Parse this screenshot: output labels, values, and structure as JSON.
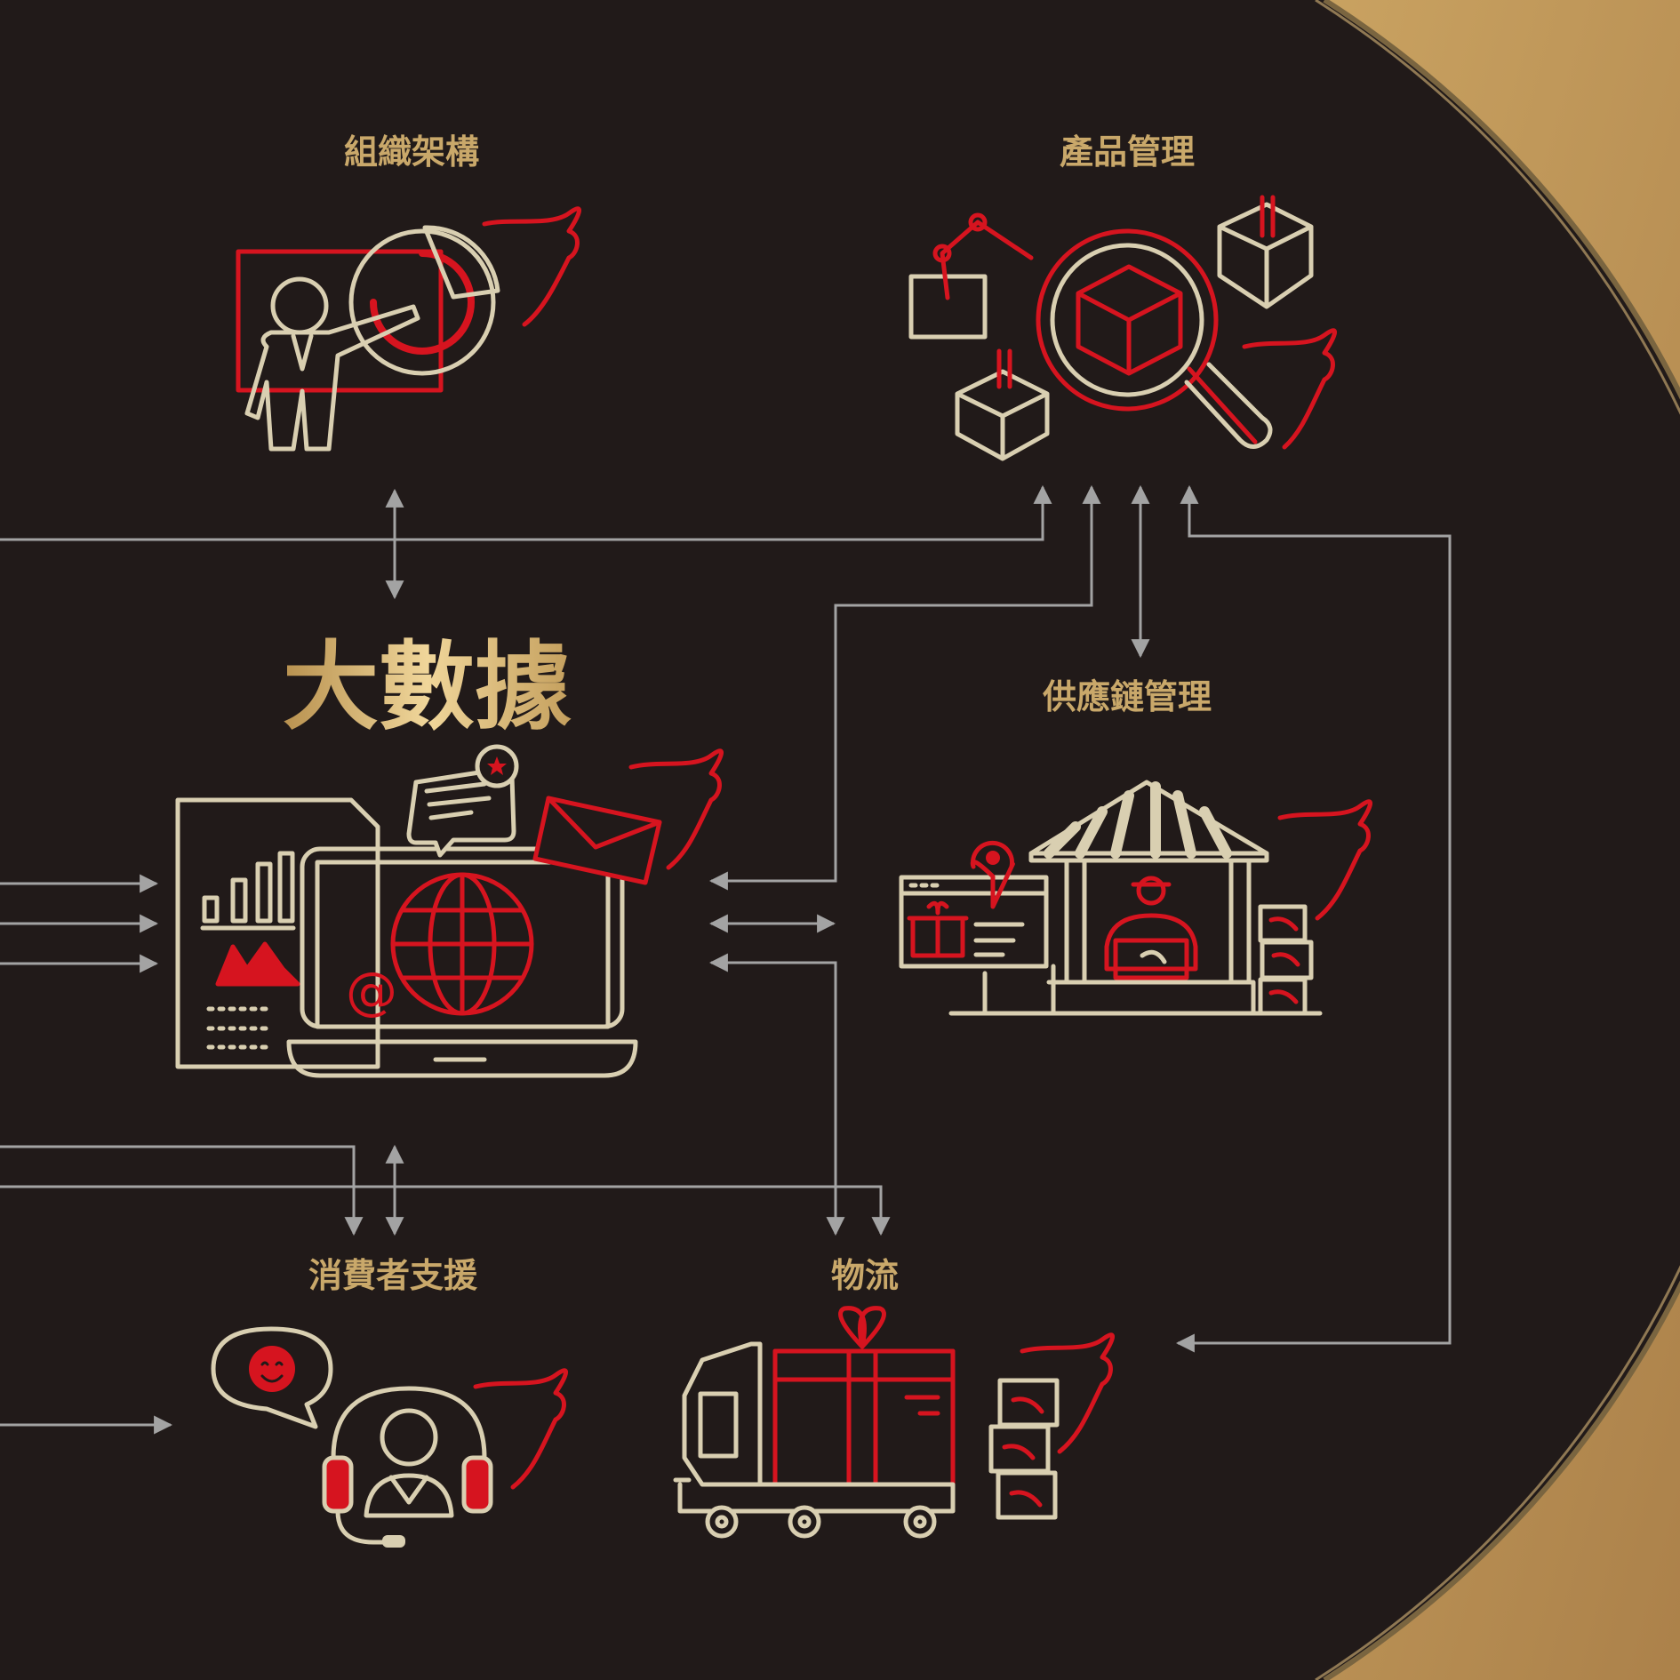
{
  "title": "大數據",
  "nodes": {
    "org": {
      "label": "組織架構",
      "icon": "presentation-pie-chart-icon"
    },
    "product": {
      "label": "產品管理",
      "icon": "magnifier-box-robot-arm-icon"
    },
    "supply": {
      "label": "供應鏈管理",
      "icon": "warehouse-worker-icon"
    },
    "support": {
      "label": "消費者支援",
      "icon": "headset-agent-chat-icon"
    },
    "logistics": {
      "label": "物流",
      "icon": "delivery-truck-gift-icon"
    },
    "hub": {
      "icon": "laptop-globe-report-icon"
    }
  },
  "colors": {
    "background": "#211a19",
    "gold": "#c9a86a",
    "cream": "#d9cfb1",
    "red": "#d6141f",
    "connector": "#a3a3a3",
    "rim": "#b08a50"
  }
}
